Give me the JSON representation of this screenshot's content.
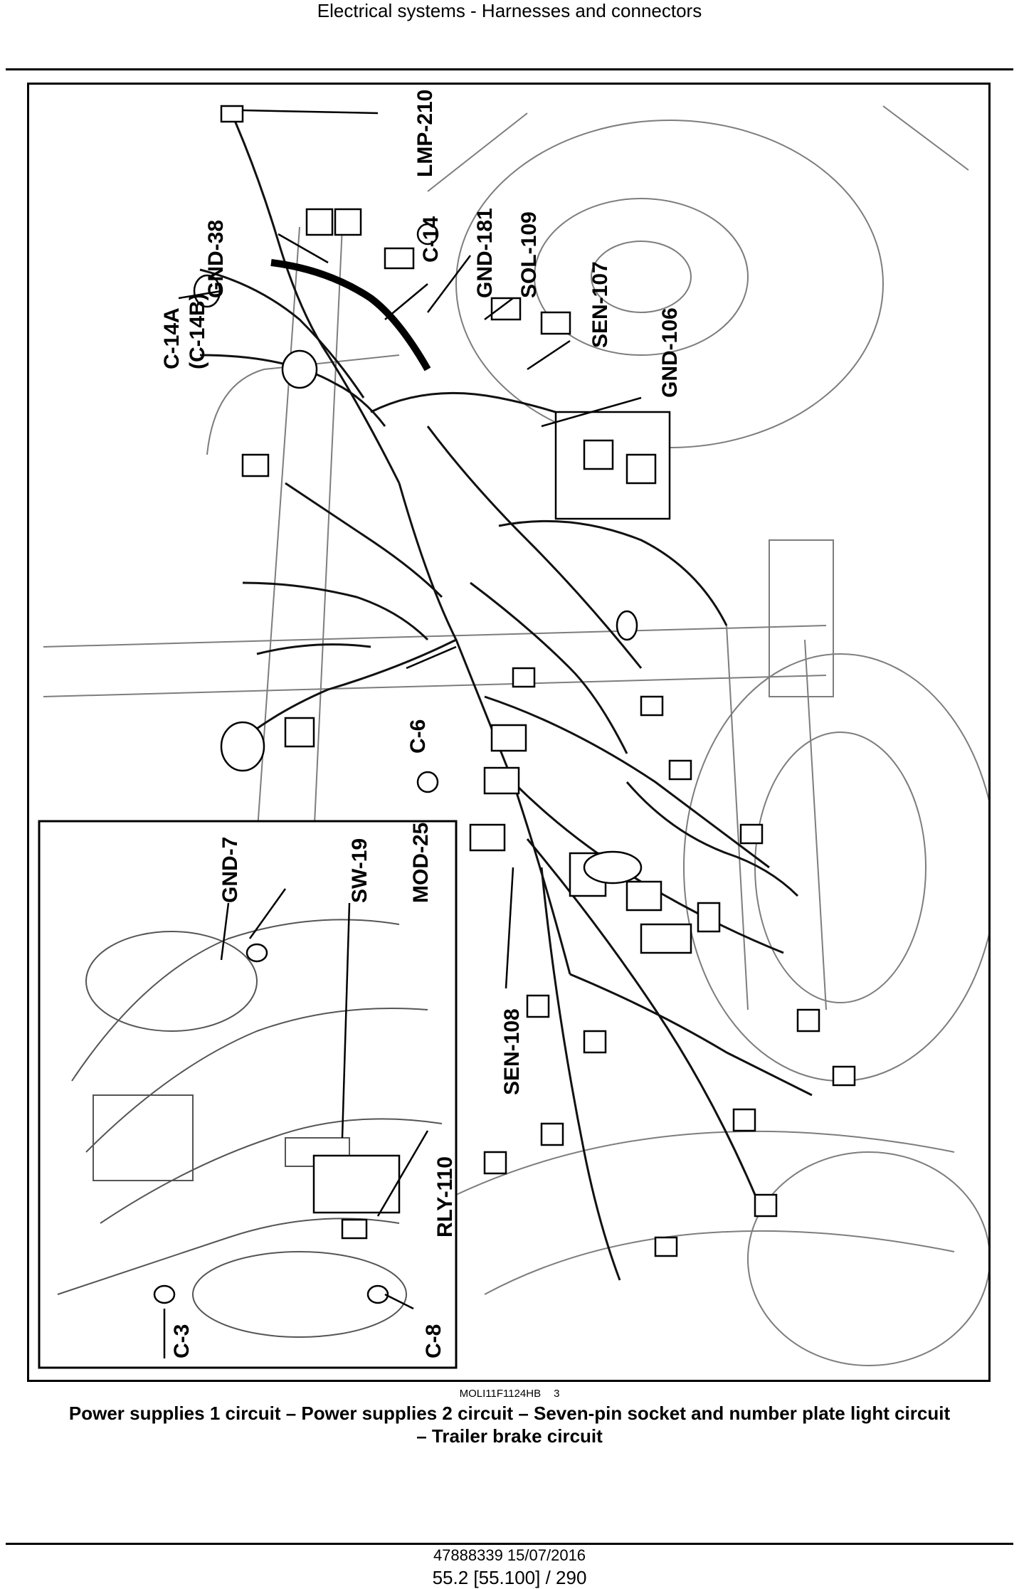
{
  "header": {
    "title": "Electrical systems - Harnesses and connectors"
  },
  "figure": {
    "labels": {
      "lmp_210": "LMP-210",
      "c_14": "C-14",
      "gnd_181": "GND-181",
      "sol_109": "SOL-109",
      "sen_107": "SEN-107",
      "gnd_106": "GND-106",
      "gnd_38": "GND-38",
      "c_14a": "C-14A",
      "c_14b": "(C-14B)",
      "c_6": "C-6",
      "sen_108": "SEN-108",
      "gnd_7": "GND-7",
      "sw_19": "SW-19",
      "mod_25": "MOD-25",
      "rly_110": "RLY-110",
      "c_3": "C-3",
      "c_8": "C-8"
    },
    "id": "MOLI11F1124HB",
    "number": "3"
  },
  "caption": {
    "line1": "Power supplies 1 circuit – Power supplies 2 circuit – Seven-pin socket and number plate light circuit",
    "line2": "– Trailer brake circuit"
  },
  "footer": {
    "doc": "47888339 15/07/2016",
    "page": "55.2 [55.100] / 290"
  }
}
